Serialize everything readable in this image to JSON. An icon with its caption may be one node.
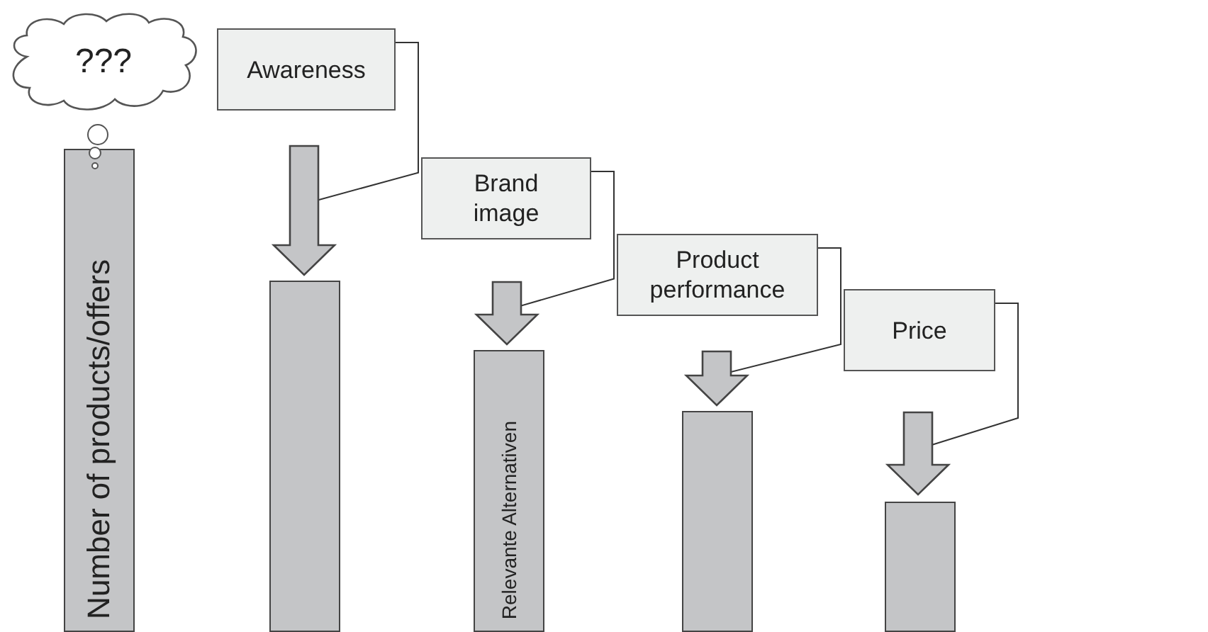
{
  "diagram": {
    "nodes": [
      {
        "text": [
          "???"
        ]
      },
      {
        "text": [
          "Number of products/offers"
        ]
      },
      {
        "text": [
          "Awareness"
        ]
      },
      {
        "text": [],
        "shape": "arrow"
      },
      {
        "text": [],
        "shape": "bar"
      },
      {
        "text": [
          "Brand image"
        ]
      },
      {
        "text": [],
        "shape": "arrow"
      },
      {
        "text": [
          "Relevante Alternativen"
        ]
      },
      {
        "text": [
          "Product performance"
        ]
      },
      {
        "text": [],
        "shape": "arrow"
      },
      {
        "text": [],
        "shape": "bar"
      },
      {
        "text": [
          "Price"
        ]
      },
      {
        "text": [],
        "shape": "arrow"
      },
      {
        "text": [],
        "shape": "bar"
      }
    ],
    "edges": [
      {
        "from": 2,
        "to": 3,
        "arrow": "none"
      },
      {
        "from": 5,
        "to": 6,
        "arrow": "none"
      },
      {
        "from": 8,
        "to": 9,
        "arrow": "none"
      },
      {
        "from": 11,
        "to": 12,
        "arrow": "none"
      }
    ]
  }
}
